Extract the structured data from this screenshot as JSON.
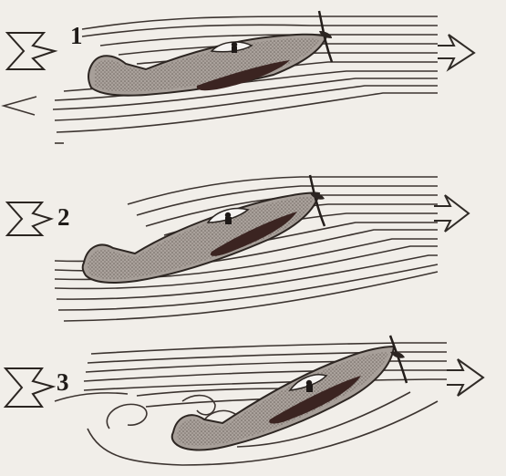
{
  "diagram": {
    "panels": [
      {
        "number": "1",
        "attitude": "level"
      },
      {
        "number": "2",
        "attitude": "slight-nose-up"
      },
      {
        "number": "3",
        "attitude": "stall"
      }
    ]
  },
  "colors": {
    "background": "#f1eee9",
    "lines": "#3c3430",
    "fuselage": "#a79f99",
    "shadow": "#3b2421"
  },
  "icons": [
    "sigma-symbol-icon",
    "airplane-icon",
    "propeller-icon",
    "flow-arrow-icon"
  ]
}
